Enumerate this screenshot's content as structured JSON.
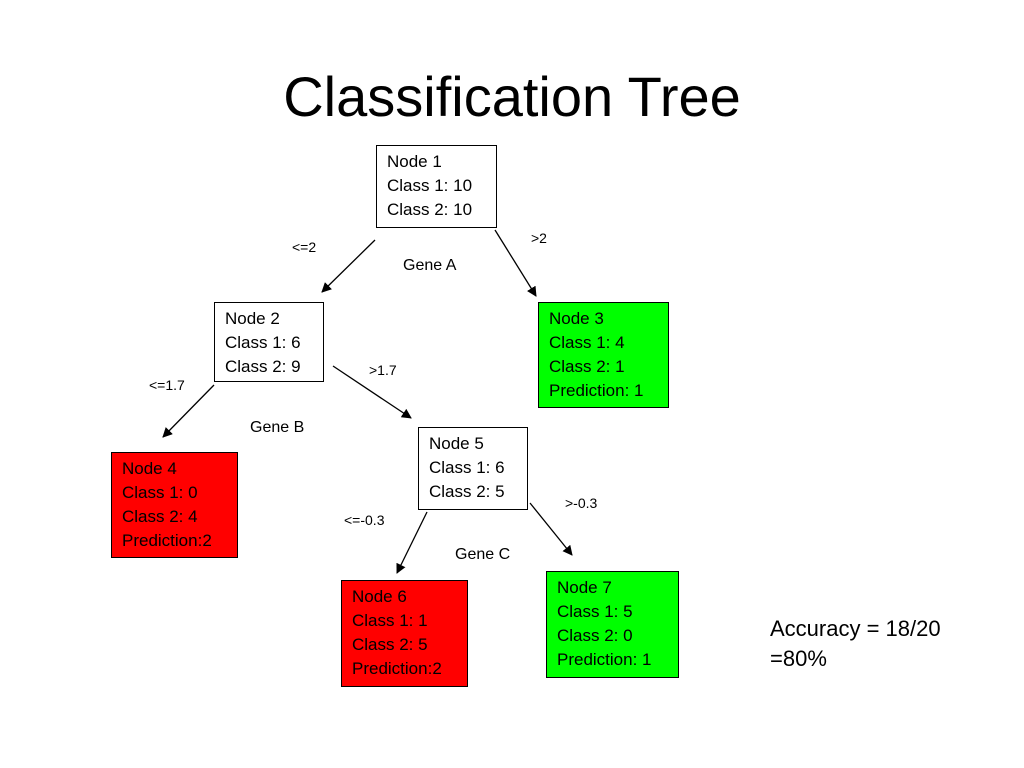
{
  "title": "Classification Tree",
  "nodes": {
    "n1": {
      "name": "Node 1",
      "class1": "Class 1: 10",
      "class2": "Class 2: 10"
    },
    "n2": {
      "name": "Node 2",
      "class1": "Class 1: 6",
      "class2": "Class 2: 9"
    },
    "n3": {
      "name": "Node 3",
      "class1": "Class 1: 4",
      "class2": "Class 2: 1",
      "prediction": "Prediction: 1"
    },
    "n4": {
      "name": "Node 4",
      "class1": "Class 1: 0",
      "class2": "Class 2: 4",
      "prediction": "Prediction:2"
    },
    "n5": {
      "name": "Node 5",
      "class1": "Class 1: 6",
      "class2": "Class 2: 5"
    },
    "n6": {
      "name": "Node 6",
      "class1": "Class 1: 1",
      "class2": "Class 2: 5",
      "prediction": "Prediction:2"
    },
    "n7": {
      "name": "Node 7",
      "class1": "Class 1: 5",
      "class2": "Class 2: 0",
      "prediction": "Prediction: 1"
    }
  },
  "splits": {
    "gene_a": "Gene A",
    "gene_b": "Gene B",
    "gene_c": "Gene C"
  },
  "edges": {
    "e12": "<=2",
    "e13": ">2",
    "e24": "<=1.7",
    "e25": ">1.7",
    "e56": "<=-0.3",
    "e57": ">-0.3"
  },
  "accuracy": {
    "line1": "Accuracy = 18/20",
    "line2": "=80%"
  },
  "colors": {
    "leaf_class1": "#00ff00",
    "leaf_class2": "#ff0000"
  }
}
